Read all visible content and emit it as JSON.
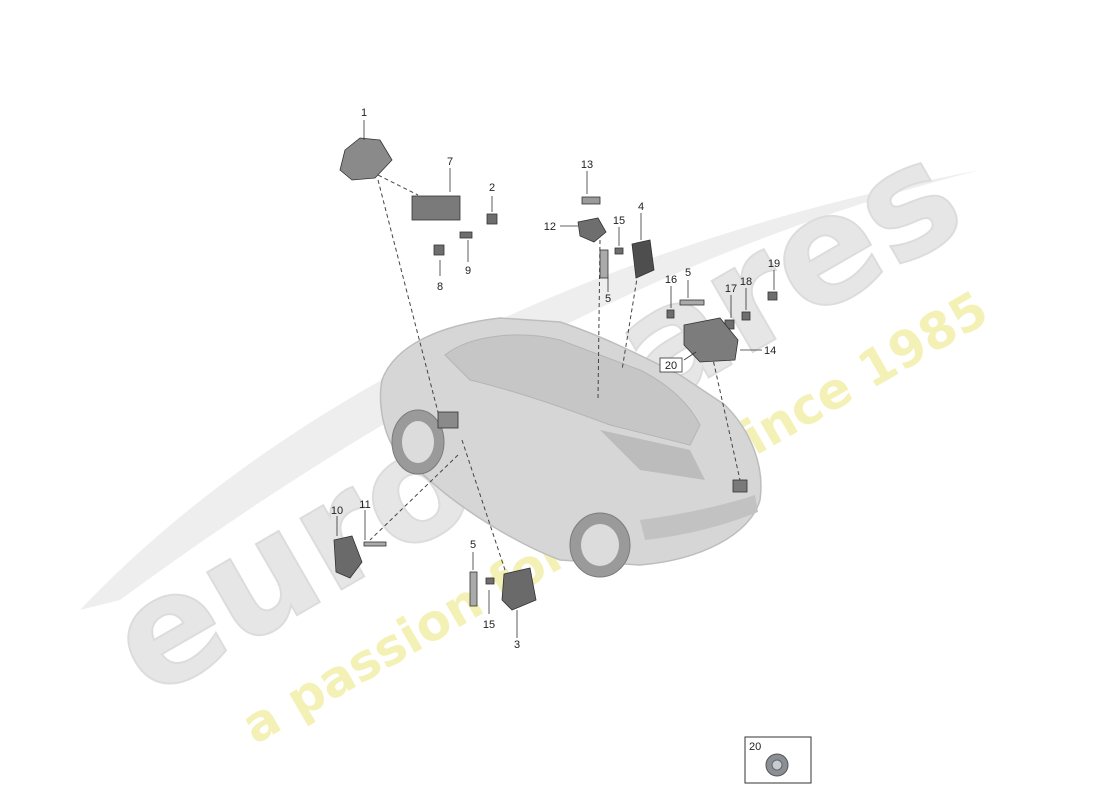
{
  "watermark": {
    "brand": "eurospares",
    "tagline": "a passion for parts since 1985"
  },
  "callouts": [
    {
      "id": "c1",
      "label": "1"
    },
    {
      "id": "c2",
      "label": "2"
    },
    {
      "id": "c3",
      "label": "3"
    },
    {
      "id": "c4",
      "label": "4"
    },
    {
      "id": "c5a",
      "label": "5"
    },
    {
      "id": "c5b",
      "label": "5"
    },
    {
      "id": "c5c",
      "label": "5"
    },
    {
      "id": "c7",
      "label": "7"
    },
    {
      "id": "c8",
      "label": "8"
    },
    {
      "id": "c9",
      "label": "9"
    },
    {
      "id": "c10",
      "label": "10"
    },
    {
      "id": "c11",
      "label": "11"
    },
    {
      "id": "c12",
      "label": "12"
    },
    {
      "id": "c13",
      "label": "13"
    },
    {
      "id": "c14",
      "label": "14"
    },
    {
      "id": "c15a",
      "label": "15"
    },
    {
      "id": "c15b",
      "label": "15"
    },
    {
      "id": "c16",
      "label": "16"
    },
    {
      "id": "c17",
      "label": "17"
    },
    {
      "id": "c18",
      "label": "18"
    },
    {
      "id": "c19",
      "label": "19"
    },
    {
      "id": "c20",
      "label": "20"
    }
  ],
  "detail_box": {
    "label": "20"
  },
  "colors": {
    "line": "#333333",
    "car_fill": "#d9d9d9",
    "part_fill": "#6e6e6e",
    "watermark": "#e8e8e8",
    "watermark_tagline": "#f3f0b0"
  }
}
